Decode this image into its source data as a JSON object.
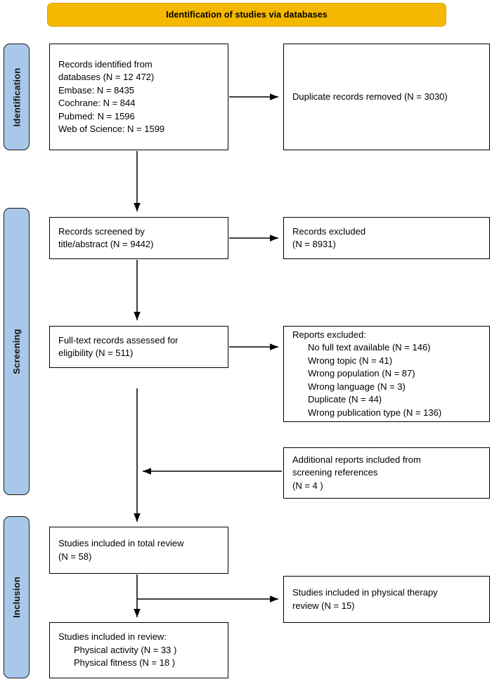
{
  "header": {
    "title": "Identification of studies via databases"
  },
  "stages": [
    {
      "id": "identification",
      "label": "Identification"
    },
    {
      "id": "screening",
      "label": "Screening"
    },
    {
      "id": "inclusion",
      "label": "Inclusion"
    }
  ],
  "boxes": {
    "records_identified": {
      "lines": [
        "Records identified from",
        "databases (N = 12 472)",
        "Embase: N = 8435",
        "Cochrane: N = 844",
        "Pubmed: N = 1596",
        "Web of Science: N = 1599"
      ]
    },
    "duplicates_removed": {
      "lines": [
        "Duplicate records removed (N = 3030)"
      ]
    },
    "records_screened": {
      "lines": [
        "Records screened by",
        "title/abstract (N = 9442)"
      ]
    },
    "records_excluded": {
      "lines": [
        "Records excluded",
        "(N = 8931)"
      ]
    },
    "fulltext_assessed": {
      "lines": [
        "Full-text records assessed for",
        "eligibility (N = 511)"
      ]
    },
    "reports_excluded": {
      "title": "Reports excluded:",
      "items": [
        "No full text available (N = 146)",
        "Wrong topic (N = 41)",
        "Wrong population (N = 87)",
        "Wrong language (N = 3)",
        "Duplicate (N = 44)",
        "Wrong publication type (N = 136)"
      ]
    },
    "additional_reports": {
      "lines": [
        "Additional reports included from",
        "screening references",
        "(N = 4 )"
      ]
    },
    "studies_total": {
      "lines": [
        "Studies included in total review",
        "(N = 58)"
      ]
    },
    "studies_physical_therapy": {
      "lines": [
        "Studies included in physical therapy",
        "review (N = 15)"
      ]
    },
    "studies_review": {
      "title": "Studies included in review:",
      "items": [
        "Physical activity (N = 33 )",
        "Physical fitness (N = 18 )"
      ]
    }
  },
  "colors": {
    "banner": "#f5b800",
    "band": "#a8c8ea",
    "box_border": "#000000",
    "text": "#000000"
  },
  "chart_data": {
    "type": "diagram",
    "title": "Identification of studies via databases",
    "nodes": [
      {
        "id": "records_identified",
        "stage": "Identification",
        "label": "Records identified from databases",
        "n": 12472,
        "sources": [
          {
            "name": "Embase",
            "n": 8435
          },
          {
            "name": "Cochrane",
            "n": 844
          },
          {
            "name": "Pubmed",
            "n": 1596
          },
          {
            "name": "Web of Science",
            "n": 1599
          }
        ]
      },
      {
        "id": "duplicates_removed",
        "stage": "Identification",
        "label": "Duplicate records removed",
        "n": 3030
      },
      {
        "id": "records_screened",
        "stage": "Screening",
        "label": "Records screened by title/abstract",
        "n": 9442
      },
      {
        "id": "records_excluded",
        "stage": "Screening",
        "label": "Records excluded",
        "n": 8931
      },
      {
        "id": "fulltext_assessed",
        "stage": "Screening",
        "label": "Full-text records assessed for eligibility",
        "n": 511
      },
      {
        "id": "reports_excluded",
        "stage": "Screening",
        "label": "Reports excluded",
        "reasons": [
          {
            "reason": "No full text available",
            "n": 146
          },
          {
            "reason": "Wrong topic",
            "n": 41
          },
          {
            "reason": "Wrong population",
            "n": 87
          },
          {
            "reason": "Wrong language",
            "n": 3
          },
          {
            "reason": "Duplicate",
            "n": 44
          },
          {
            "reason": "Wrong publication type",
            "n": 136
          }
        ]
      },
      {
        "id": "additional_reports",
        "stage": "Screening",
        "label": "Additional reports included from screening references",
        "n": 4
      },
      {
        "id": "studies_total",
        "stage": "Inclusion",
        "label": "Studies included in total review",
        "n": 58
      },
      {
        "id": "studies_physical_therapy",
        "stage": "Inclusion",
        "label": "Studies included in physical therapy review",
        "n": 15
      },
      {
        "id": "studies_review",
        "stage": "Inclusion",
        "label": "Studies included in review",
        "subsets": [
          {
            "name": "Physical activity",
            "n": 33
          },
          {
            "name": "Physical fitness",
            "n": 18
          }
        ]
      }
    ],
    "edges": [
      {
        "from": "records_identified",
        "to": "duplicates_removed",
        "direction": "right"
      },
      {
        "from": "records_identified",
        "to": "records_screened",
        "direction": "down"
      },
      {
        "from": "records_screened",
        "to": "records_excluded",
        "direction": "right"
      },
      {
        "from": "records_screened",
        "to": "fulltext_assessed",
        "direction": "down"
      },
      {
        "from": "fulltext_assessed",
        "to": "reports_excluded",
        "direction": "right"
      },
      {
        "from": "additional_reports",
        "to": "fulltext_assessed",
        "direction": "left"
      },
      {
        "from": "fulltext_assessed",
        "to": "studies_total",
        "direction": "down"
      },
      {
        "from": "studies_total",
        "to": "studies_physical_therapy",
        "direction": "right"
      },
      {
        "from": "studies_total",
        "to": "studies_review",
        "direction": "down"
      }
    ]
  }
}
